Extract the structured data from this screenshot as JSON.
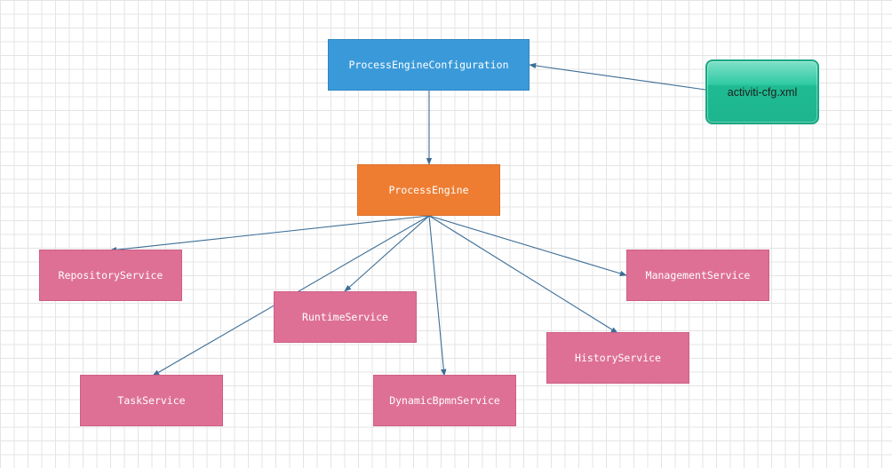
{
  "diagram": {
    "nodes": [
      {
        "id": "config",
        "label": "ProcessEngineConfiguration",
        "style": "blue"
      },
      {
        "id": "xml",
        "label": "activiti-cfg.xml",
        "style": "green"
      },
      {
        "id": "engine",
        "label": "ProcessEngine",
        "style": "orange"
      },
      {
        "id": "repo",
        "label": "RepositoryService",
        "style": "pink"
      },
      {
        "id": "runtime",
        "label": "RuntimeService",
        "style": "pink"
      },
      {
        "id": "mgmt",
        "label": "ManagementService",
        "style": "pink"
      },
      {
        "id": "history",
        "label": "HistoryService",
        "style": "pink"
      },
      {
        "id": "task",
        "label": "TaskService",
        "style": "pink"
      },
      {
        "id": "dyn",
        "label": "DynamicBpmnService",
        "style": "pink"
      }
    ],
    "edges": [
      {
        "from": "xml",
        "to": "config"
      },
      {
        "from": "config",
        "to": "engine"
      },
      {
        "from": "engine",
        "to": "repo"
      },
      {
        "from": "engine",
        "to": "runtime"
      },
      {
        "from": "engine",
        "to": "task"
      },
      {
        "from": "engine",
        "to": "dyn"
      },
      {
        "from": "engine",
        "to": "history"
      },
      {
        "from": "engine",
        "to": "mgmt"
      }
    ],
    "colors": {
      "blue": "#3a9ad9",
      "orange": "#ee7d32",
      "pink": "#de7096",
      "green": "#1fbb93",
      "edge": "#3c6d96",
      "grid": "#e4e4e4"
    }
  }
}
